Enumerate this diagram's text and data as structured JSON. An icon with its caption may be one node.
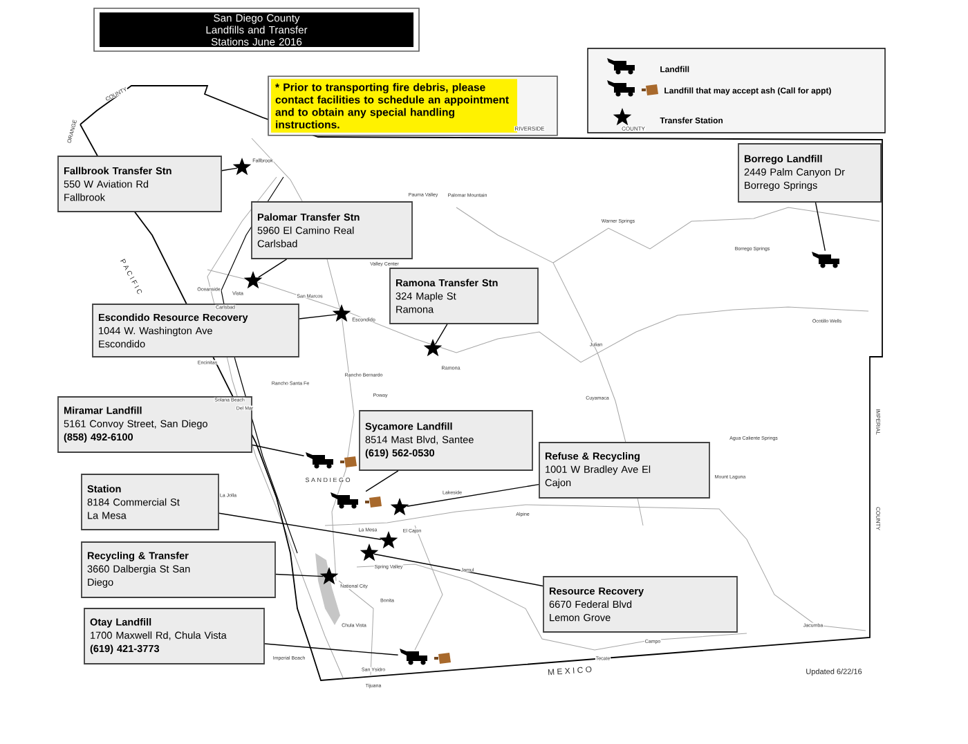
{
  "diagram": {
    "title": "San Diego County Landfills and Transfer Stations June 2016",
    "nodes": [
      {
        "text": [
          "* Prior to transporting fire debris, please contact facilities to schedule an appointment and to obtain any special handling instructions."
        ]
      },
      {
        "text": [
          "Fallbrook Transfer Stn",
          "550 W Aviation Rd Fallbrook"
        ]
      },
      {
        "text": [
          "Palomar Transfer Stn",
          "5960 El Camino Real Carlsbad"
        ]
      },
      {
        "text": [
          "Borrego Landfill",
          "2449 Palm Canyon Dr Borrego Springs"
        ]
      },
      {
        "text": [
          "Ramona Transfer Stn",
          "324 Maple St Ramona"
        ]
      },
      {
        "text": [
          "Escondido Resource Recovery",
          "1044 W. Washington Ave Escondido"
        ]
      },
      {
        "text": [
          "Miramar Landfill",
          "5161 Convoy Street, San Diego",
          "(858) 492-6100"
        ]
      },
      {
        "text": [
          "Sycamore Landfill",
          "8514 Mast Blvd, Santee",
          "(619) 562-0530"
        ]
      },
      {
        "text": [
          "Refuse & Recycling",
          "1001 W Bradley Ave El Cajon"
        ]
      },
      {
        "text": [
          "Station",
          "8184 Commercial St La Mesa"
        ]
      },
      {
        "text": [
          "Recycling & Transfer",
          "3660 Dalbergia St San Diego"
        ]
      },
      {
        "text": [
          "Otay Landfill",
          "1700 Maxwell Rd, Chula Vista",
          "(619) 421-3773"
        ]
      },
      {
        "text": [
          "Resource Recovery",
          "6670 Federal Blvd Lemon Grove"
        ]
      },
      {
        "text": [],
        "shape": "star",
        "beside": [
          "Fallbrook"
        ]
      },
      {
        "text": [],
        "shape": "star",
        "beside": [
          "Vista"
        ]
      },
      {
        "text": [],
        "shape": "star",
        "beside": [
          "Escondido"
        ]
      },
      {
        "text": [],
        "shape": "star",
        "beside": [
          "Ramona"
        ]
      },
      {
        "text": [],
        "shape": "truck"
      },
      {
        "text": [],
        "shape": "truck"
      },
      {
        "text": [],
        "shape": "truck"
      },
      {
        "text": [],
        "shape": "star"
      },
      {
        "text": [],
        "shape": "star"
      },
      {
        "text": [],
        "shape": "star"
      },
      {
        "text": [],
        "shape": "star"
      },
      {
        "text": [],
        "shape": "truck"
      }
    ],
    "edges": [
      {
        "from": 1,
        "to": 13,
        "arrow": "none"
      },
      {
        "from": 2,
        "to": 14,
        "arrow": "none"
      },
      {
        "from": 5,
        "to": 15,
        "arrow": "none"
      },
      {
        "from": 4,
        "to": 16,
        "arrow": "none"
      },
      {
        "from": 3,
        "to": 17,
        "arrow": "none"
      },
      {
        "from": 6,
        "to": 18,
        "arrow": "none"
      },
      {
        "from": 7,
        "to": 19,
        "arrow": "none"
      },
      {
        "from": 8,
        "to": 20,
        "arrow": "none"
      },
      {
        "from": 9,
        "to": 21,
        "arrow": "none"
      },
      {
        "from": 12,
        "to": 22,
        "arrow": "none"
      },
      {
        "from": 10,
        "to": 23,
        "arrow": "none"
      },
      {
        "from": 11,
        "to": 24,
        "arrow": "none"
      }
    ],
    "labels": [
      "ORANGE",
      "COUNTY",
      "RIVERSIDE",
      "COUNTY",
      "Pauma Valley",
      "Palomar Mountain",
      "Warner Springs",
      "Borrego Springs",
      "Valley Center",
      "P A C I F I C",
      "Oceanside",
      "Carlsbad",
      "San Marcos",
      "Ocotillo Wells",
      "Julian",
      "Encinitas",
      "Rancho Santa Fe",
      "Rancho Bernardo",
      "Solana Beach",
      "Poway",
      "Del Mar",
      "Cuyamaca",
      "IMPERIAL",
      "Agua Caliente Springs",
      "S A N  D I E G O",
      "Mount Laguna",
      "La Jolla",
      "Lakeside",
      "Alpine",
      "La Mesa",
      "El Cajon",
      "COUNTY",
      "Spring Valley",
      "Jamul",
      "National City",
      "Bonita",
      "Chula Vista",
      "Jacumba",
      "Campo",
      "Imperial Beach",
      "Tecate",
      "San Ysidro",
      "Tijuana",
      "M E X I C O",
      "Updated 6/22/16"
    ],
    "legend": [
      {
        "text": "Landfill"
      },
      {
        "text": "Landfill that may accept ash (Call for appt)"
      },
      {
        "text": "Transfer Station"
      }
    ]
  }
}
